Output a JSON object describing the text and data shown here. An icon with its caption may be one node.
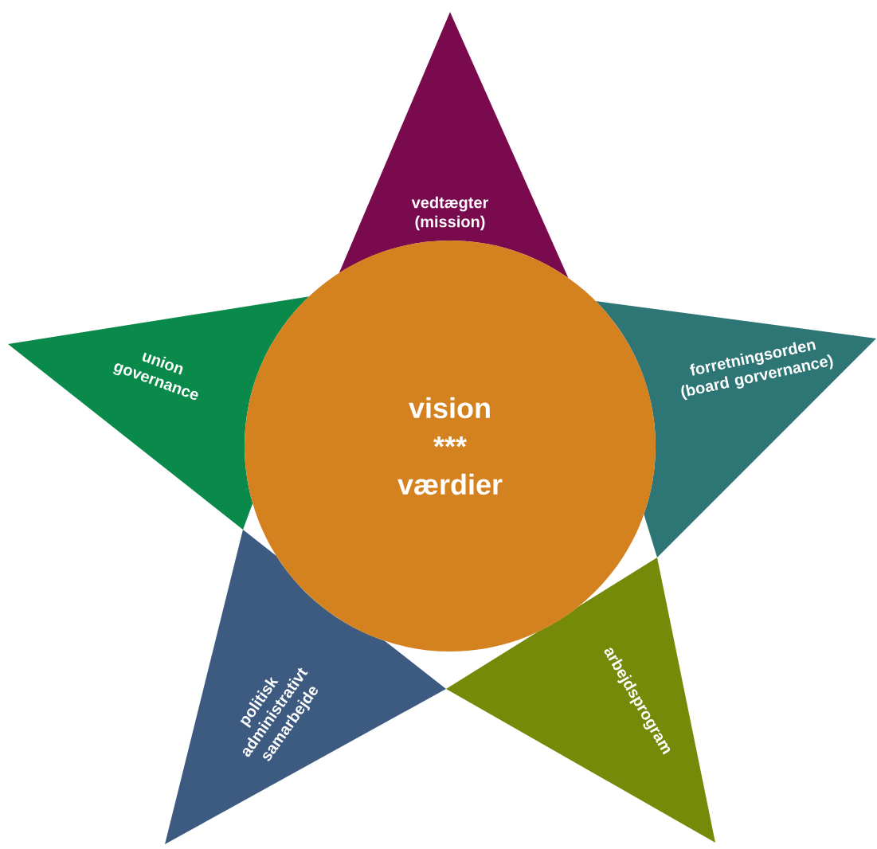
{
  "diagram": {
    "nodes": [
      {
        "text": [
          "vedtægter (mission)"
        ]
      },
      {
        "text": [
          "union governance"
        ]
      },
      {
        "text": [
          "forretningsorden (board gorvernance)"
        ]
      },
      {
        "text": [
          "vision",
          "***",
          "værdier"
        ]
      },
      {
        "text": [
          "politisk administrativt samarbejde"
        ]
      },
      {
        "text": [
          "arbejdsprogram"
        ]
      }
    ]
  }
}
